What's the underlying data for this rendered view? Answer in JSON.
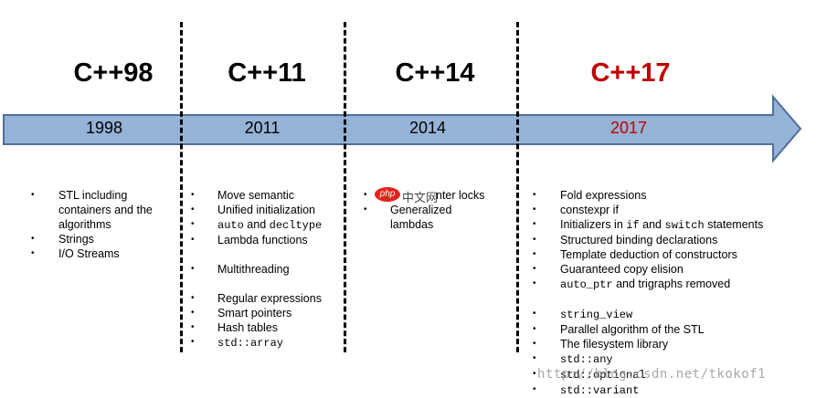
{
  "eras": [
    {
      "title": "C++98",
      "year": "1998",
      "color": "#000000"
    },
    {
      "title": "C++11",
      "year": "2011",
      "color": "#000000"
    },
    {
      "title": "C++14",
      "year": "2014",
      "color": "#000000"
    },
    {
      "title": "C++17",
      "year": "2017",
      "color": "#c00000"
    }
  ],
  "arrow": {
    "fill": "#95b3d7",
    "stroke": "#4f6f9a"
  },
  "cpp98_items": [
    "STL including",
    "containers and the",
    "algorithms",
    "Strings",
    "I/O Streams"
  ],
  "cpp11_items": {
    "move": "Move semantic",
    "unified": "Unified initialization",
    "auto_kw": "auto",
    "auto_and": "and",
    "decltype_kw": "decltype",
    "lambda": "Lambda functions",
    "multithreading": "Multithreading",
    "regex": "Regular expressions",
    "smart": "Smart pointers",
    "hash": "Hash tables",
    "array": "std::array"
  },
  "cpp14_items": {
    "reader": "Reader-writer locks",
    "reader_visible": "nter  locks",
    "generalized": "Generalized",
    "lambdas": "lambdas"
  },
  "cpp17_items": {
    "fold": "Fold expressions",
    "constexpr_if": "constexpr if",
    "init_prefix": "Initializers in",
    "if_kw": "if",
    "init_and": "and",
    "switch_kw": "switch",
    "init_suffix": "statements",
    "structured": "Structured binding declarations",
    "template": "Template deduction of constructors",
    "copy": "Guaranteed  copy elision",
    "autoptr_kw": "auto_ptr",
    "autoptr_suffix": "and trigraphs removed",
    "string_view": "string_view",
    "parallel": "Parallel algorithm of the STL",
    "filesystem": "The filesystem library",
    "any": "std::any",
    "optional": "std::optional",
    "variant": "std::variant"
  },
  "logo": {
    "badge": "php",
    "cn": "中文网"
  },
  "watermark": "http://blog.csdn.net/tkokof1"
}
